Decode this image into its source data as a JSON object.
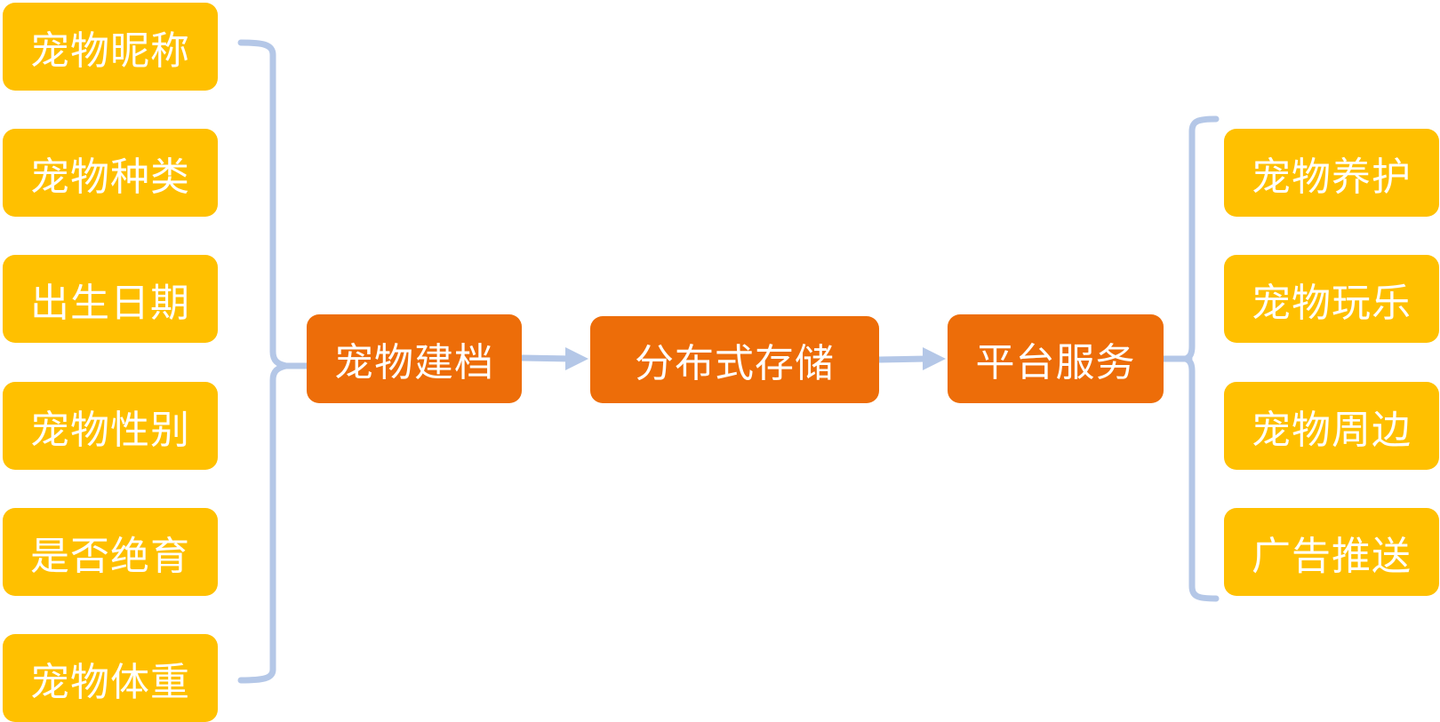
{
  "inputs": [
    {
      "label": "宠物昵称"
    },
    {
      "label": "宠物种类"
    },
    {
      "label": "出生日期"
    },
    {
      "label": "宠物性别"
    },
    {
      "label": "是否绝育"
    },
    {
      "label": "宠物体重"
    }
  ],
  "flow": [
    {
      "label": "宠物建档"
    },
    {
      "label": "分布式存储"
    },
    {
      "label": "平台服务"
    }
  ],
  "outputs": [
    {
      "label": "宠物养护"
    },
    {
      "label": "宠物玩乐"
    },
    {
      "label": "宠物周边"
    },
    {
      "label": "广告推送"
    }
  ],
  "colors": {
    "input_box": "#FFC000",
    "flow_box": "#ED6D09",
    "connector": "#B4C7E7",
    "text": "#FFFFFF"
  }
}
